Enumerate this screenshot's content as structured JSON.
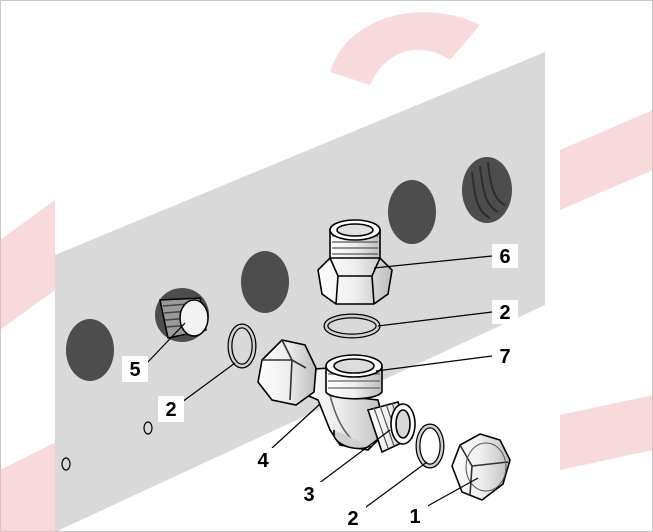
{
  "callouts": {
    "c1": "1",
    "c2a": "2",
    "c2b": "2",
    "c2c": "2",
    "c3": "3",
    "c4": "4",
    "c5": "5",
    "c6": "6",
    "c7": "7"
  },
  "colors": {
    "panel": "#d9d9d9",
    "hole": "#4d4d4d",
    "watermark": "#f3b9bf",
    "frame": "#c8c8c8"
  }
}
